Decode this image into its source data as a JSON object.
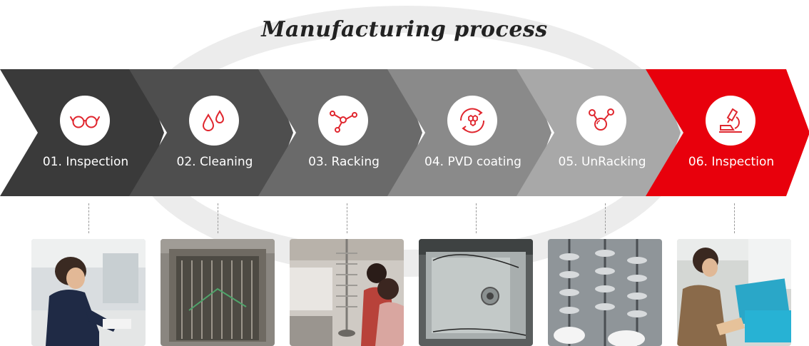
{
  "title": "Manufacturing process",
  "colors": {
    "step1": "#3a3a3a",
    "step2": "#4e4e4e",
    "step3": "#6a6a6a",
    "step4": "#8a8a8a",
    "step5": "#a8a8a8",
    "step6": "#e8000c",
    "icon": "#e0262e"
  },
  "steps": [
    {
      "label": "01. Inspection",
      "icon": "glasses-icon"
    },
    {
      "label": "02. Cleaning",
      "icon": "water-drops-icon"
    },
    {
      "label": "03. Racking",
      "icon": "molecule-nodes-icon"
    },
    {
      "label": "04. PVD coating",
      "icon": "hexagon-coating-icon"
    },
    {
      "label": "05. UnRacking",
      "icon": "molecule-bubbles-icon"
    },
    {
      "label": "06. Inspection",
      "icon": "microscope-icon"
    }
  ],
  "photos": [
    {
      "subject": "worker-inspecting-photo"
    },
    {
      "subject": "cleaning-tank-photo"
    },
    {
      "subject": "racking-workers-photo"
    },
    {
      "subject": "pvd-chamber-photo"
    },
    {
      "subject": "unracked-frames-photo"
    },
    {
      "subject": "final-inspection-photo"
    }
  ]
}
